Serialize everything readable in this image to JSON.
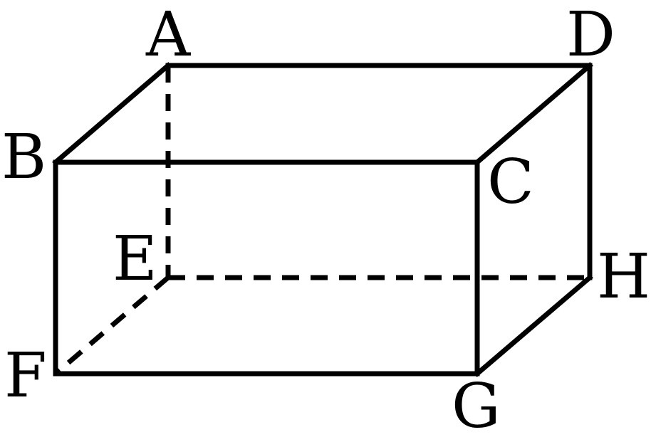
{
  "figure": {
    "vertices": {
      "A": "A",
      "B": "B",
      "C": "C",
      "D": "D",
      "E": "E",
      "F": "F",
      "G": "G",
      "H": "H"
    },
    "visible_edges": [
      "AD",
      "AB",
      "BC",
      "DC",
      "BF",
      "CG",
      "DH",
      "FG",
      "GH"
    ],
    "hidden_edges": [
      "AE",
      "EH",
      "EF"
    ]
  },
  "colors": {
    "line": "#000000",
    "background": "#ffffff"
  }
}
